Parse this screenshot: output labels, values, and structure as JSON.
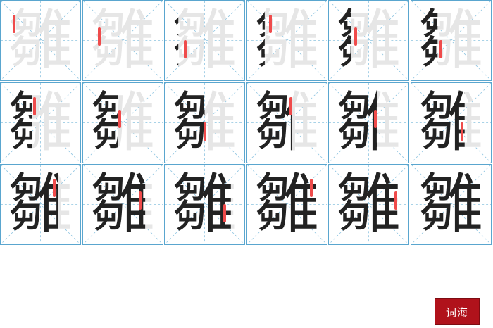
{
  "character": "雛",
  "stroke_count": 18,
  "colors": {
    "grid_border": "#5aa6cf",
    "guide_dash": "#8cc3e0",
    "ghost": "#e6e6e6",
    "ink": "#222222",
    "current_stroke": "#ef4b4b",
    "logo_bg": "#b0121b"
  },
  "steps": [
    {
      "step": 1,
      "visible_fraction": 0.06
    },
    {
      "step": 2,
      "visible_fraction": 0.11
    },
    {
      "step": 3,
      "visible_fraction": 0.17
    },
    {
      "step": 4,
      "visible_fraction": 0.22
    },
    {
      "step": 5,
      "visible_fraction": 0.28
    },
    {
      "step": 6,
      "visible_fraction": 0.33
    },
    {
      "step": 7,
      "visible_fraction": 0.39
    },
    {
      "step": 8,
      "visible_fraction": 0.44
    },
    {
      "step": 9,
      "visible_fraction": 0.5
    },
    {
      "step": 10,
      "visible_fraction": 0.56
    },
    {
      "step": 11,
      "visible_fraction": 0.61
    },
    {
      "step": 12,
      "visible_fraction": 0.67
    },
    {
      "step": 13,
      "visible_fraction": 0.72
    },
    {
      "step": 14,
      "visible_fraction": 0.78
    },
    {
      "step": 15,
      "visible_fraction": 0.83
    },
    {
      "step": 16,
      "visible_fraction": 0.89
    },
    {
      "step": 17,
      "visible_fraction": 0.94
    },
    {
      "step": 18,
      "visible_fraction": 1.0
    }
  ],
  "logo": {
    "text": "词海"
  }
}
